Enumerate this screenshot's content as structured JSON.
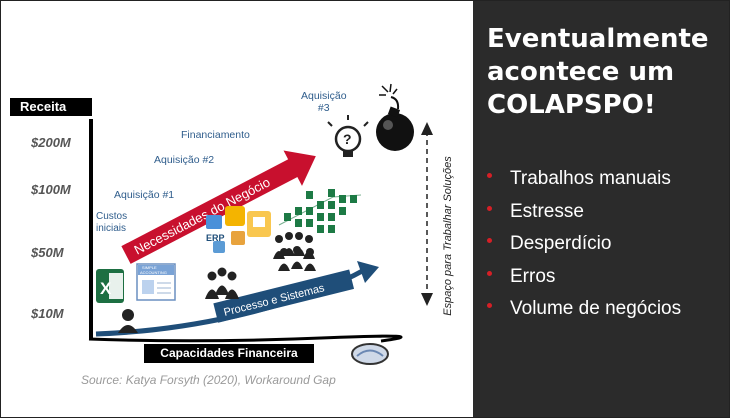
{
  "headline": {
    "line1": "Eventualmente",
    "line2": "acontece um",
    "line3": "COLAPSPO!"
  },
  "bullets": [
    "Trabalhos manuais",
    "Estresse",
    "Desperdício",
    "Erros",
    "Volume de negócios"
  ],
  "diagram": {
    "y_title": "Receita",
    "x_title": "Capacidades Financeira",
    "y_ticks": [
      "$200M",
      "$100M",
      "$50M",
      "$10M"
    ],
    "stages": {
      "custos_line1": "Custos",
      "custos_line2": "iniciais",
      "aquisicao1": "Aquisição #1",
      "aquisicao2": "Aquisição #2",
      "financiamento": "Financiamento",
      "aquisicao3_line1": "Aquisição",
      "aquisicao3_line2": "#3"
    },
    "red_arrow_label": "Necessidades do Negócio",
    "blue_arrow_label": "Processo e Sistemas",
    "vertical_label": "Espaço para Trabalhar Soluções",
    "excel_letter": "X",
    "app_title_line1": "SIMPLE",
    "app_title_line2": "ACCOUNTING",
    "erp_label": "ERP",
    "source": "Source: Katya Forsyth (2020), Workaround Gap",
    "colors": {
      "red_arrow": "#c8102e",
      "blue_arrow": "#1f4e79",
      "bullet": "#d61f26",
      "panel": "#2b2b2b"
    }
  }
}
